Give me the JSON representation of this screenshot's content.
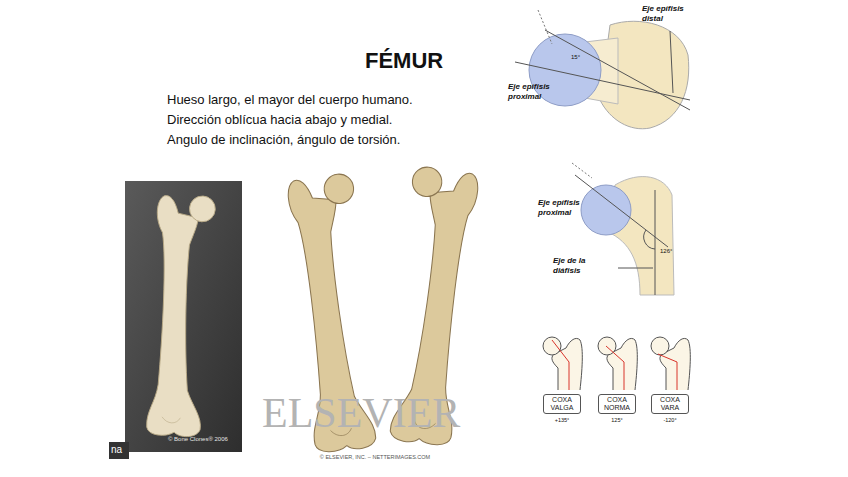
{
  "diagram": {
    "title": "FÉMUR",
    "nodes": [
      {
        "text": [
          "COXA VALGA"
        ]
      },
      {
        "text": [
          "COXA NORMA"
        ]
      },
      {
        "text": [
          "COXA VARA"
        ]
      }
    ],
    "labels": [
      "Hueso largo, el mayor del cuerpo humano.",
      "Dirección oblícua hacia abajo y medial.",
      "Angulo de inclinación, ángulo de torsión.",
      "Eje epífisis distal",
      "Eje epífisis proximal",
      "15°",
      "Eje epífisis proximal",
      "126°",
      "Eje de la diáfisis",
      "+135°",
      "125°",
      "-120°",
      "© Bone Clones® 2006",
      "na",
      "ELSEVIER",
      "© ELSEVIER, INC. – NETTERIMAGES.COM"
    ]
  }
}
